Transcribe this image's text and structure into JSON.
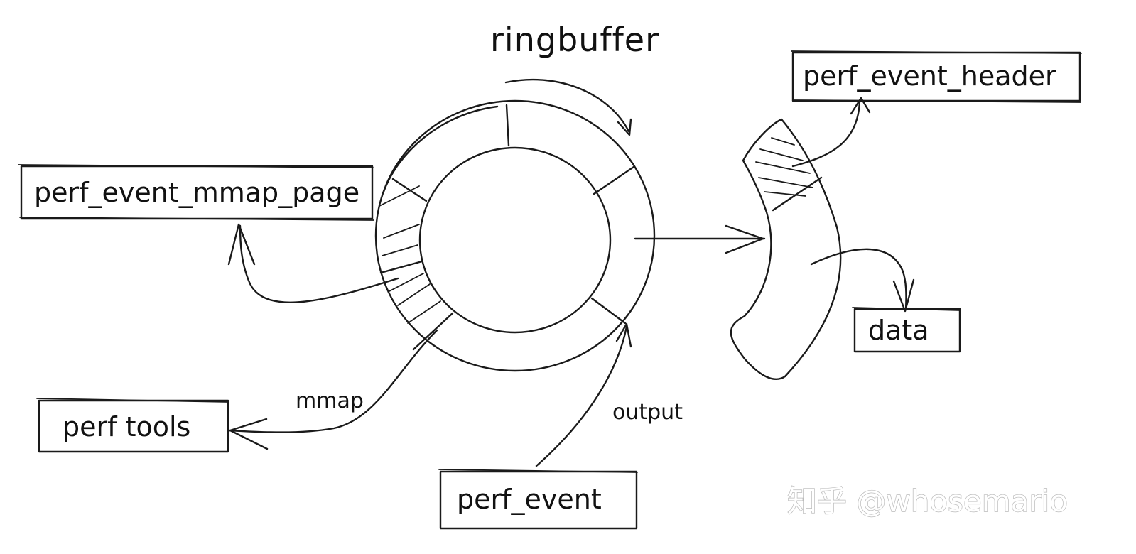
{
  "title": "ringbuffer",
  "boxes": {
    "mmap_page": "perf_event_mmap_page",
    "perf_tools": "perf tools",
    "perf_event": "perf_event",
    "event_header": "perf_event_header",
    "data": "data"
  },
  "edge_labels": {
    "mmap": "mmap",
    "output": "output"
  },
  "watermark": "知乎 @whosemario"
}
